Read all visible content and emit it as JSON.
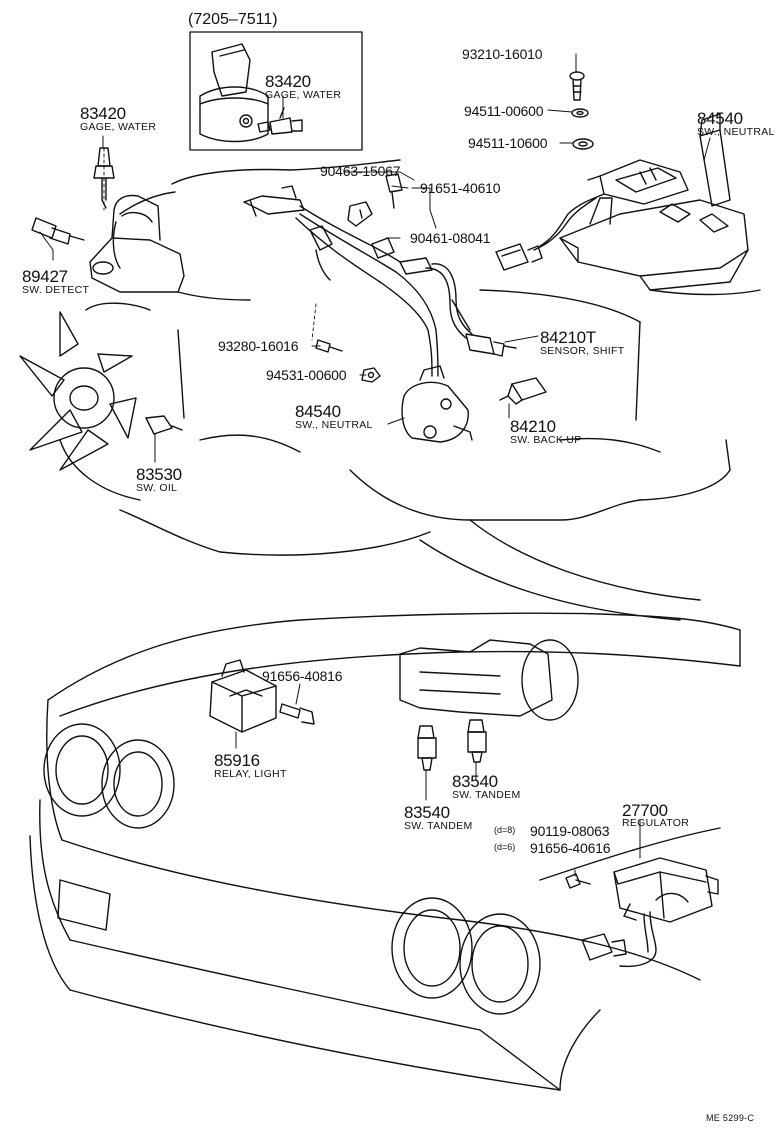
{
  "inset": {
    "range": "(7205–7511)"
  },
  "parts": {
    "p83420_inset": {
      "number": "83420",
      "name": "GAGE, WATER"
    },
    "p83420_left": {
      "number": "83420",
      "name": "GAGE, WATER"
    },
    "p93210": {
      "number": "93210-16010"
    },
    "p94511a": {
      "number": "94511-00600"
    },
    "p94511b": {
      "number": "94511-10600"
    },
    "p84540_upper": {
      "number": "84540",
      "name": "SW., NEUTRAL"
    },
    "p90463": {
      "number": "90463-15067"
    },
    "p91651": {
      "number": "91651-40610"
    },
    "p90461": {
      "number": "90461-08041"
    },
    "p89427": {
      "number": "89427",
      "name": "SW. DETECT"
    },
    "p93280": {
      "number": "93280-16016"
    },
    "p84210T": {
      "number": "84210T",
      "name": "SENSOR, SHIFT"
    },
    "p94531": {
      "number": "94531-00600"
    },
    "p84540_lower": {
      "number": "84540",
      "name": "SW., NEUTRAL"
    },
    "p84210": {
      "number": "84210",
      "name": "SW. BACK UP"
    },
    "p83530": {
      "number": "83530",
      "name": "SW. OIL"
    },
    "p91656a": {
      "number": "91656-40816"
    },
    "p85916": {
      "number": "85916",
      "name": "RELAY, LIGHT"
    },
    "p83540_right": {
      "number": "83540",
      "name": "SW. TANDEM"
    },
    "p83540_left": {
      "number": "83540",
      "name": "SW. TANDEM"
    },
    "p27700": {
      "number": "27700",
      "name": "REGULATOR"
    },
    "p90119": {
      "qualifier": "(d=8)",
      "number": "90119-08063"
    },
    "p91656b": {
      "qualifier": "(d=6)",
      "number": "91656-40616"
    }
  },
  "footer": {
    "ref_code": "ME 5299-C"
  }
}
